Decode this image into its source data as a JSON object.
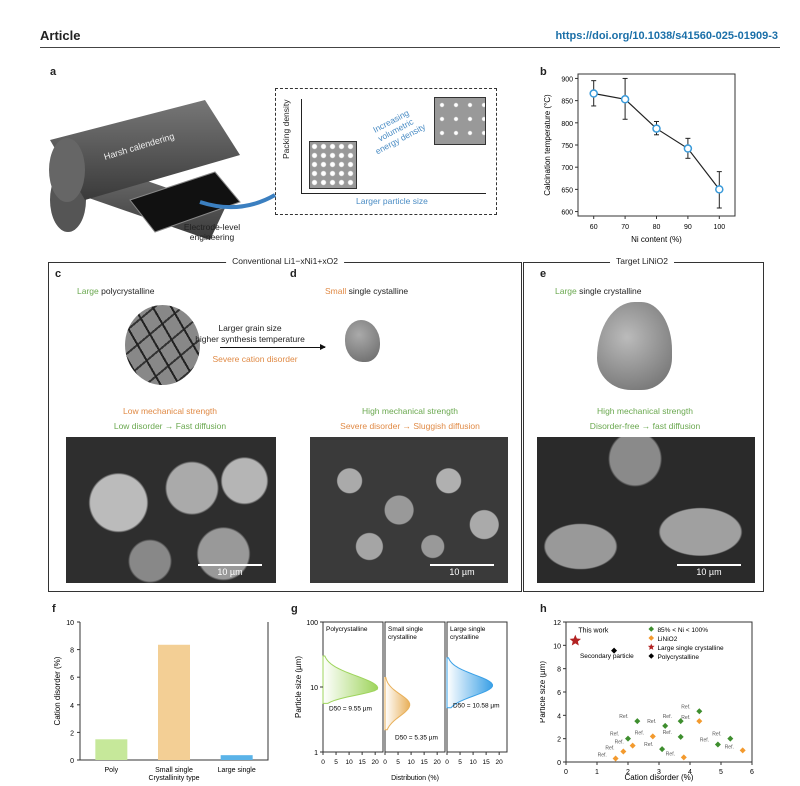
{
  "header": {
    "journal_section": "Article",
    "doi": "https://doi.org/10.1038/s41560-025-01909-3"
  },
  "panel_labels": {
    "a": "a",
    "b": "b",
    "c": "c",
    "d": "d",
    "e": "e",
    "f": "f",
    "g": "g",
    "h": "h"
  },
  "panel_a": {
    "roller_label": "Harsh calendering",
    "arrow_label_1": "Electrode-level",
    "arrow_label_2": "engineering",
    "y_axis": "Packing density",
    "x_axis": "Larger particle size",
    "diag_1": "Increasing",
    "diag_2": "volumetric",
    "diag_3": "energy density"
  },
  "groups": {
    "conventional": "Conventional Li1−xNi1+xO2",
    "target": "Target LiNiO2"
  },
  "panel_c": {
    "size": "Large",
    "type": " polycrystalline",
    "strength": "Low mechanical strength",
    "diffusion": "Low disorder → Fast diffusion",
    "scale": "10 µm"
  },
  "panel_d": {
    "size": "Small",
    "type": " single cystalline",
    "arrow_top_1": "Larger grain size",
    "arrow_top_2": "higher synthesis temperature",
    "arrow_bottom": "Severe cation disorder",
    "strength": "High mechanical strength",
    "diffusion": "Severe disorder → Sluggish diffusion",
    "scale": "10 µm"
  },
  "panel_e": {
    "size": "Large",
    "type": " single crystalline",
    "strength": "High mechanical strength",
    "diffusion": "Disorder-free → fast diffusion",
    "scale": "10 µm"
  },
  "colors": {
    "green": "#6aa84f",
    "orange": "#e08a45",
    "blue": "#3a9ad9",
    "star": "#b22222"
  },
  "chart_data": [
    {
      "id": "b",
      "type": "line",
      "xlabel": "Ni content (%)",
      "ylabel": "Calcination temperature (°C)",
      "x": [
        60,
        70,
        80,
        90,
        100
      ],
      "y": [
        866,
        853,
        787,
        742,
        650
      ],
      "yerr_low": [
        838,
        808,
        773,
        720,
        608
      ],
      "yerr_high": [
        895,
        900,
        803,
        765,
        690
      ],
      "xlim": [
        55,
        105
      ],
      "ylim": [
        590,
        910
      ],
      "xticks": [
        60,
        70,
        80,
        90,
        100
      ],
      "yticks": [
        600,
        650,
        700,
        750,
        800,
        850,
        900
      ]
    },
    {
      "id": "f",
      "type": "bar",
      "xlabel": "Crystallinity type",
      "ylabel": "Cation disorder (%)",
      "categories": [
        "Poly",
        "Small single",
        "Large single"
      ],
      "values": [
        1.5,
        8.35,
        0.35
      ],
      "bar_colors": [
        "#c6e89a",
        "#f3cf95",
        "#5ab3e8"
      ],
      "ylim": [
        0,
        10
      ],
      "yticks": [
        0,
        2,
        4,
        6,
        8,
        10
      ]
    },
    {
      "id": "g",
      "type": "area",
      "xlabel": "Distribution (%)",
      "ylabel": "Particle size (µm)",
      "yscale": "log",
      "ylim": [
        1,
        100
      ],
      "yticks": [
        1,
        10,
        100
      ],
      "xticks": [
        0,
        5,
        10,
        15,
        20
      ],
      "xlim": [
        0,
        23
      ],
      "series": [
        {
          "name": "Polycrystalline",
          "d50": "D50 = 9.55 µm",
          "peak_size": 9.55,
          "peak": 21,
          "min": 5.6,
          "max": 30,
          "color": "#9ed45c"
        },
        {
          "name": "Small single crystalline",
          "d50": "D50 = 5.35 µm",
          "peak_size": 5.35,
          "peak": 9.5,
          "min": 2.2,
          "max": 14,
          "color": "#e8b05a"
        },
        {
          "name": "Large single crystalline",
          "d50": "D50 = 10.58 µm",
          "peak_size": 10.58,
          "peak": 17.5,
          "min": 4.8,
          "max": 28,
          "color": "#3aa0e6"
        }
      ]
    },
    {
      "id": "h",
      "type": "scatter",
      "xlabel": "Cation disorder (%)",
      "ylabel": "Particle size (µm)",
      "xlim": [
        0,
        6
      ],
      "ylim": [
        0,
        12
      ],
      "xticks": [
        0,
        1,
        2,
        3,
        4,
        5,
        6
      ],
      "yticks": [
        0,
        2,
        4,
        6,
        8,
        10,
        12
      ],
      "legend": [
        "85% < Ni < 100%",
        "LiNiO2",
        "Large single crystalline",
        "Polycrystalline"
      ],
      "annotations": {
        "this_work": "This work",
        "secondary": "Secondary particle"
      },
      "series": [
        {
          "name": "85% < Ni < 100%",
          "color": "#3e8e2e",
          "marker": "diamond",
          "points": [
            [
              2.0,
              2.0
            ],
            [
              2.3,
              3.5
            ],
            [
              3.1,
              1.1
            ],
            [
              3.2,
              3.1
            ],
            [
              3.7,
              2.15
            ],
            [
              3.7,
              3.5
            ],
            [
              4.3,
              4.35
            ],
            [
              4.9,
              1.5
            ],
            [
              5.3,
              2.0
            ]
          ]
        },
        {
          "name": "LiNiO2",
          "color": "#f39a2e",
          "marker": "diamond",
          "points": [
            [
              1.6,
              0.3
            ],
            [
              1.85,
              0.9
            ],
            [
              2.15,
              1.4
            ],
            [
              2.8,
              2.2
            ],
            [
              3.8,
              0.4
            ],
            [
              4.3,
              3.5
            ],
            [
              5.7,
              1.0
            ]
          ]
        },
        {
          "name": "Large single crystalline",
          "color": "#b22222",
          "marker": "star",
          "points": [
            [
              0.3,
              10.4
            ]
          ]
        },
        {
          "name": "Polycrystalline",
          "color": "#000000",
          "marker": "diamond",
          "points": [
            [
              1.55,
              9.55
            ]
          ]
        }
      ],
      "ref_label": "Ref."
    }
  ]
}
